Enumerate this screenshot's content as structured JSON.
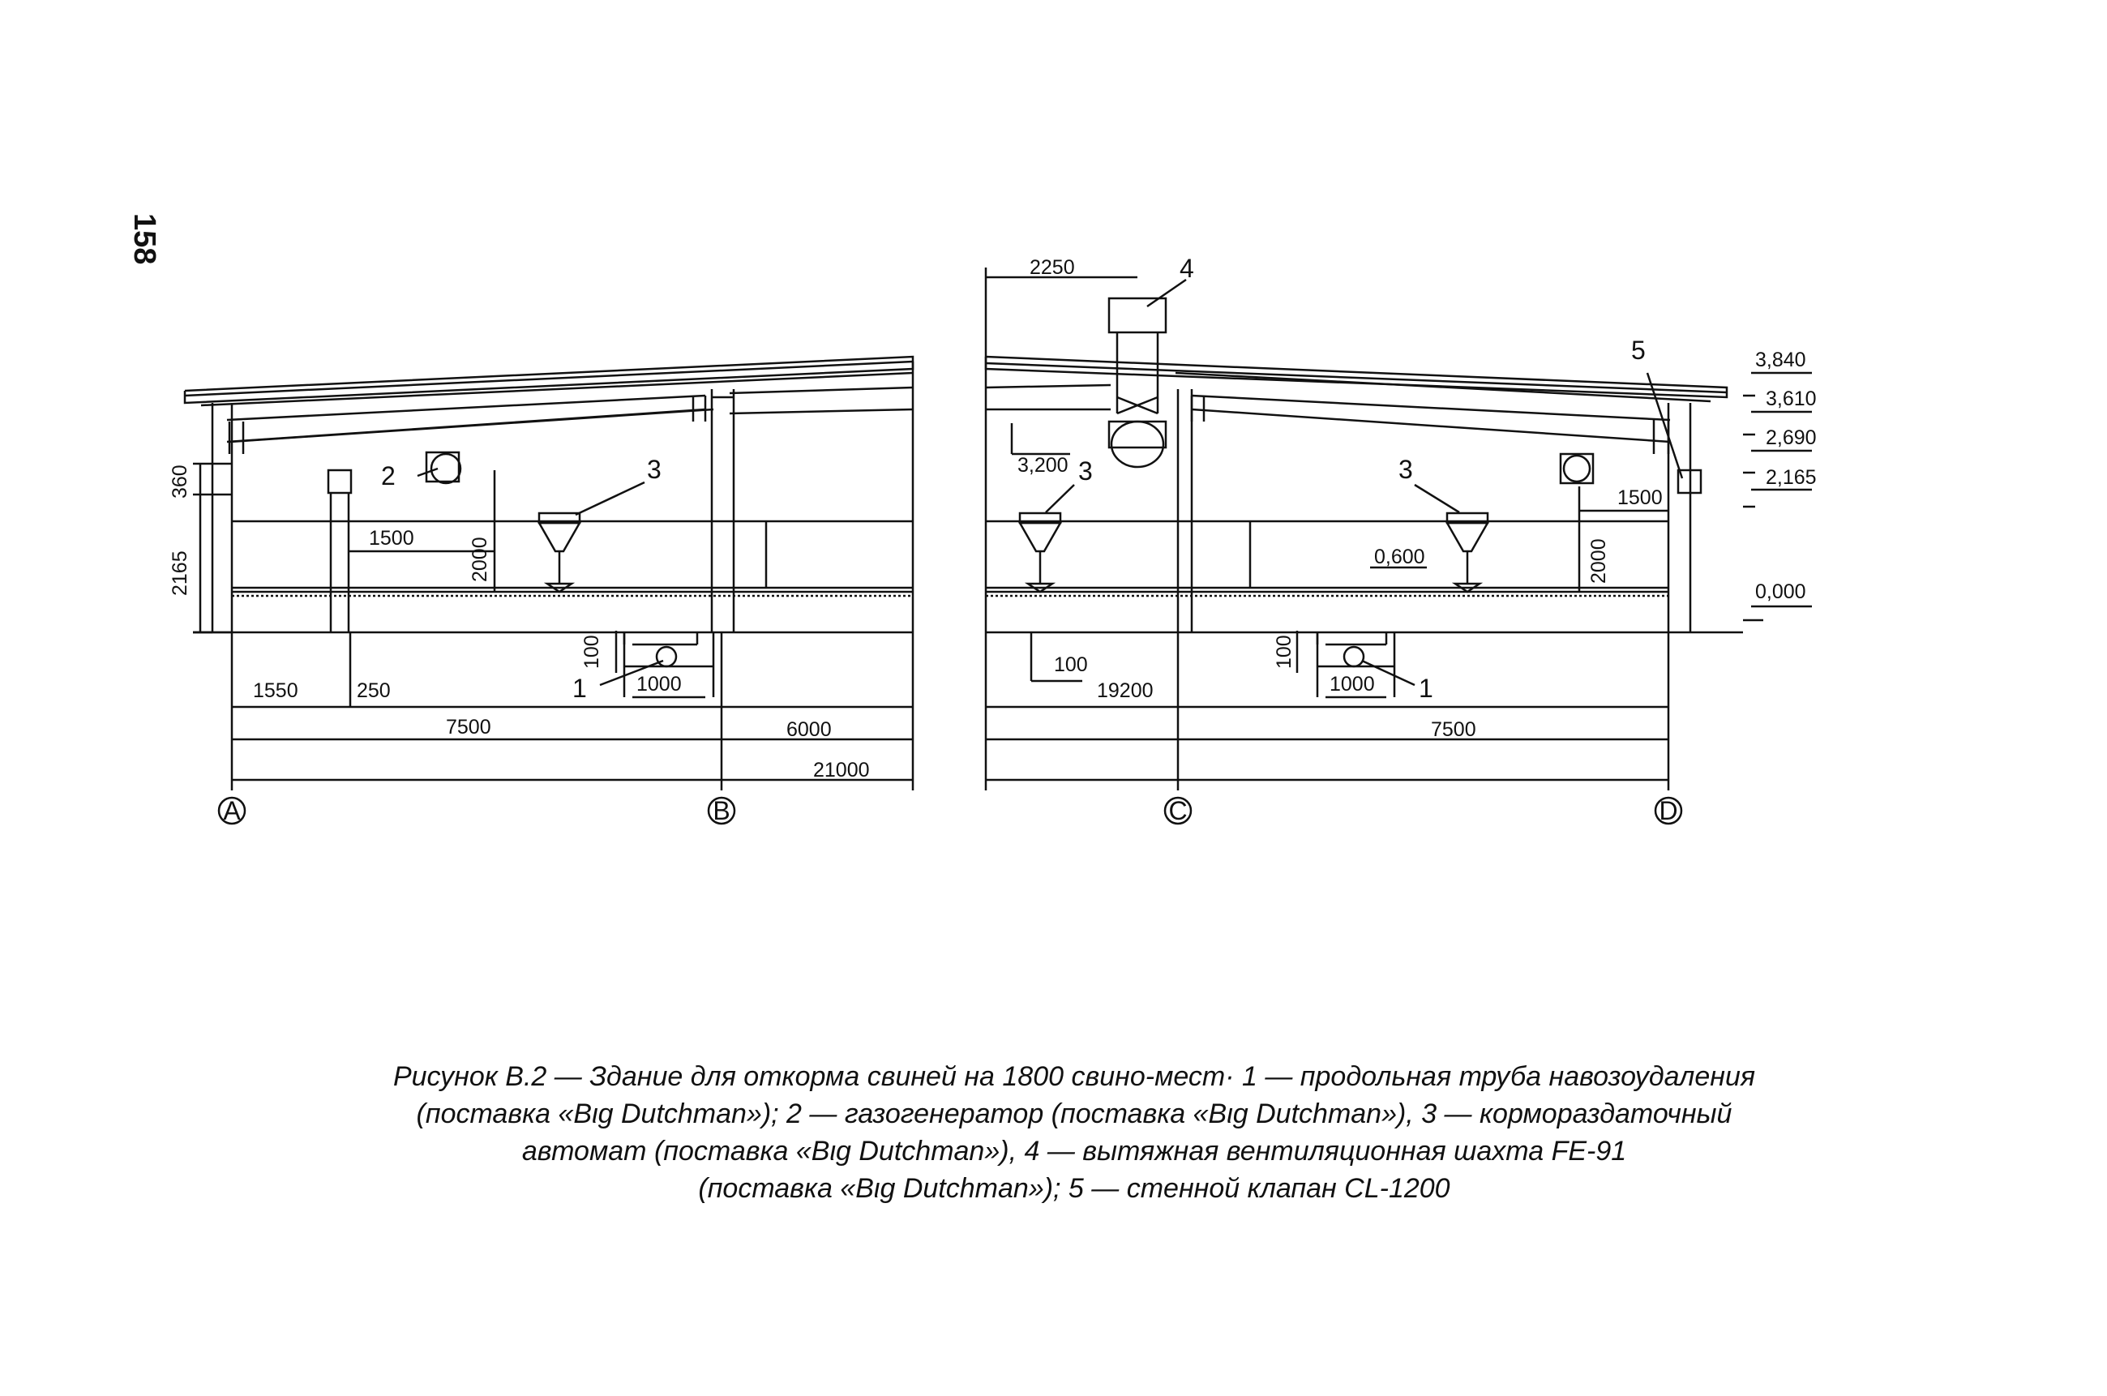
{
  "page": {
    "number": "158"
  },
  "drawing": {
    "dimensions": {
      "d_2250": "2250",
      "d_360": "360",
      "d_2165": "2165",
      "d_1500_left": "1500",
      "d_2000_left": "2000",
      "d_100_left": "100",
      "d_1000_left": "1000",
      "d_1550": "1550",
      "d_250": "250",
      "d_7500_left": "7500",
      "d_6000": "6000",
      "d_21000": "21000",
      "d_3200": "3,200",
      "d_100_right": "100",
      "d_19200": "19200",
      "d_600": "0,600",
      "d_100_pit_right": "100",
      "d_1000_right": "1000",
      "d_7500_right": "7500",
      "d_1500_right": "1500",
      "d_2000_right": "2000"
    },
    "levels": {
      "l_3840": "3,840",
      "l_3610": "3,610",
      "l_2690": "2,690",
      "l_2165": "2,165",
      "l_0000": "0,000"
    },
    "callouts": {
      "c1_left": "1",
      "c2": "2",
      "c3_left": "3",
      "c4": "4",
      "c3_mid": "3",
      "c3_right": "3",
      "c5": "5",
      "c1_right": "1"
    },
    "axes": [
      "A",
      "B",
      "C",
      "D"
    ]
  },
  "caption": {
    "line1": "Рисунок В.2 — Здание для откорма свиней на 1800 свино-мест· 1 — продольная труба навозоудаления",
    "line2": "(поставка «Bιg Dutchman»); 2 — газогенератор (поставка «Bιg Dutchman»), 3 — кормораздаточный",
    "line3": "автомат (поставка «Bιg Dutchman»), 4 — вытяжная вентиляционная шахта FE-91",
    "line4": "(поставка «Bιg Dutchman»); 5 — стенной клапан CL-1200"
  }
}
